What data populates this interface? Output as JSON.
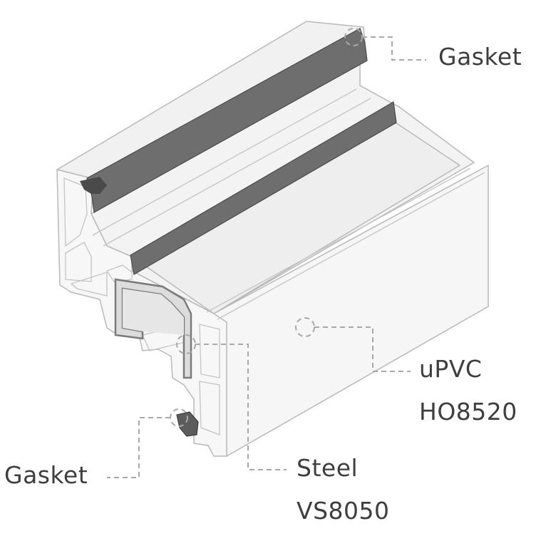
{
  "colors": {
    "profile_face": "#f5f5f5",
    "profile_top": "#eeeeee",
    "outline": "#b9b9b9",
    "gasket": "#6e6e6e",
    "gasket_dark": "#4a4a4a",
    "steel_face": "#dcdcdc",
    "leader": "#a8a8a8",
    "text": "#3e3e3e"
  },
  "labels": {
    "gasket_top": "Gasket",
    "upvc": "uPVC",
    "upvc_code": "HO8520",
    "steel": "Steel",
    "steel_code": "VS8050",
    "gasket_bottom": "Gasket"
  }
}
